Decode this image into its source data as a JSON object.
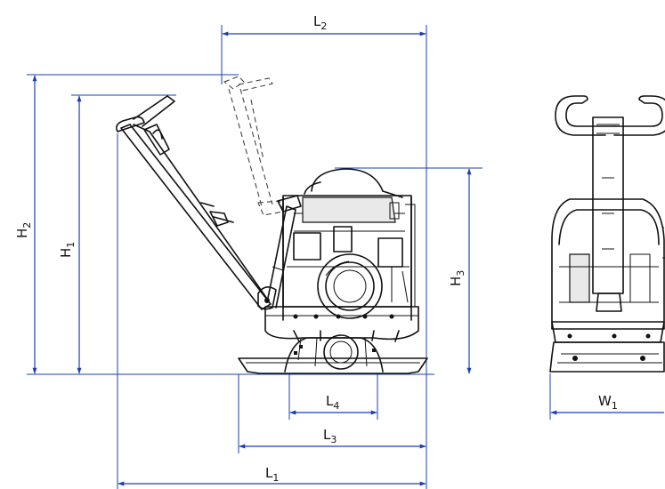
{
  "dimensions": {
    "L1": {
      "letter": "L",
      "sub": "1"
    },
    "L2": {
      "letter": "L",
      "sub": "2"
    },
    "L3": {
      "letter": "L",
      "sub": "3"
    },
    "L4": {
      "letter": "L",
      "sub": "4"
    },
    "H1": {
      "letter": "H",
      "sub": "1"
    },
    "H2": {
      "letter": "H",
      "sub": "2"
    },
    "H3": {
      "letter": "H",
      "sub": "3"
    },
    "W1": {
      "letter": "W",
      "sub": "1"
    }
  },
  "colors": {
    "dimension_line": "#1a3fb3",
    "machine_line": "#111111"
  }
}
